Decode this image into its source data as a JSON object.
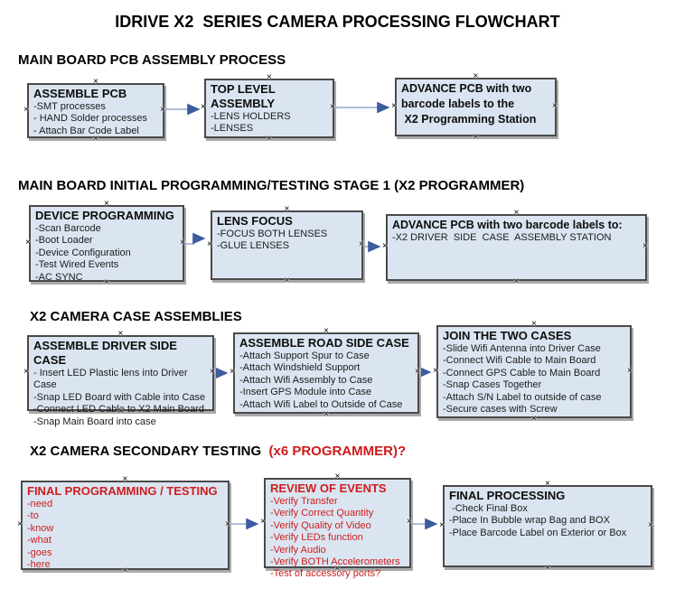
{
  "title": "IDRIVE X2  SERIES CAMERA PROCESSING FLOWCHART",
  "colors": {
    "box_fill": "#dbe5f1",
    "box_border": "#4a4a4a",
    "arrow_line": "#93a9d1",
    "arrow_head": "#3c5c9e",
    "red_text": "#cc1e1e"
  },
  "sections": [
    {
      "header": "MAIN BOARD PCB ASSEMBLY PROCESS",
      "boxes": [
        {
          "title": "ASSEMBLE PCB",
          "lines": [
            "-SMT processes",
            "- HAND Solder processes",
            "- Attach Bar Code Label"
          ]
        },
        {
          "title": "TOP LEVEL ASSEMBLY",
          "lines": [
            "-LENS HOLDERS",
            "-LENSES"
          ]
        },
        {
          "title": "",
          "lines": [
            "ADVANCE PCB with two",
            "barcode labels to the",
            " X2 Programming Station"
          ]
        }
      ]
    },
    {
      "header": "MAIN BOARD INITIAL PROGRAMMING/TESTING STAGE 1 (X2 PROGRAMMER)",
      "boxes": [
        {
          "title": "DEVICE PROGRAMMING",
          "lines": [
            "-Scan Barcode",
            "-Boot Loader",
            "-Device Configuration",
            "-Test Wired Events",
            "-AC SYNC"
          ]
        },
        {
          "title": "LENS FOCUS",
          "lines": [
            "-FOCUS BOTH LENSES",
            "-GLUE LENSES"
          ]
        },
        {
          "title": "ADVANCE PCB with two barcode labels to:",
          "lines": [
            "-X2 DRIVER  SIDE  CASE  ASSEMBLY STATION"
          ]
        }
      ]
    },
    {
      "header": "X2 CAMERA CASE ASSEMBLIES",
      "boxes": [
        {
          "title": "ASSEMBLE DRIVER SIDE CASE",
          "lines": [
            "- Insert LED Plastic lens into Driver Case",
            "-Snap LED Board with Cable into Case",
            "-Connect LED Cable to X2 Main Board",
            "-Snap Main Board into case"
          ]
        },
        {
          "title": "ASSEMBLE ROAD SIDE CASE",
          "lines": [
            "-Attach Support Spur to Case",
            "-Attach Windshield Support",
            "-Attach Wifi Assembly to Case",
            "-Insert GPS Module into Case",
            "-Attach Wifi Label to Outside of Case"
          ]
        },
        {
          "title": "JOIN THE TWO CASES",
          "lines": [
            "-Slide Wifi Antenna into Driver Case",
            "-Connect Wifi Cable to Main Board",
            "-Connect GPS Cable to Main Board",
            "-Snap Cases Together",
            "-Attach S/N Label to outside of case",
            "-Secure cases with Screw"
          ]
        }
      ]
    },
    {
      "header": "X2 CAMERA SECONDARY TESTING  ",
      "header_red": "(x6 PROGRAMMER)?",
      "boxes": [
        {
          "title": "FINAL PROGRAMMING / TESTING",
          "lines": [
            "-need",
            "-to",
            "-know",
            "-what",
            "-goes",
            "-here"
          ]
        },
        {
          "title": "REVIEW OF EVENTS",
          "lines": [
            "-Verify Transfer",
            "-Verify Correct Quantity",
            "-Verify Quality of Video",
            "-Verify LEDs function",
            "-Verify Audio",
            "-Verify BOTH Accelerometers",
            "-Test of accessory ports?"
          ]
        },
        {
          "title": "FINAL PROCESSING",
          "lines": [
            " -Check Final Box",
            "-Place In Bubble wrap Bag and BOX",
            "-Place Barcode Label on Exterior or Box"
          ]
        }
      ]
    }
  ]
}
